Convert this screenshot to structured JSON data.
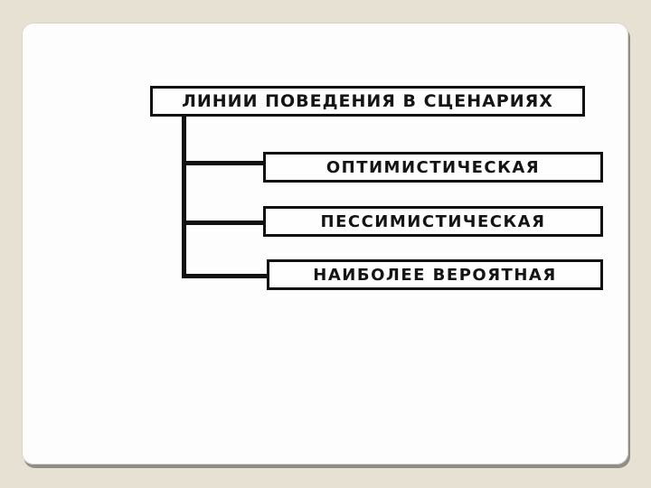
{
  "slide": {
    "background_color": "#e7e1d4",
    "surface_color": "#fdfdfd",
    "shadow_color": "#8f8d85"
  },
  "diagram": {
    "line_color": "#111111",
    "text_color": "#141414",
    "root": {
      "label": "ЛИНИИ ПОВЕДЕНИЯ В СЦЕНАРИЯХ"
    },
    "children": [
      {
        "label": "ОПТИМИСТИЧЕСКАЯ"
      },
      {
        "label": "ПЕССИМИСТИЧЕСКАЯ"
      },
      {
        "label": "НАИБОЛЕЕ ВЕРОЯТНАЯ"
      }
    ]
  }
}
